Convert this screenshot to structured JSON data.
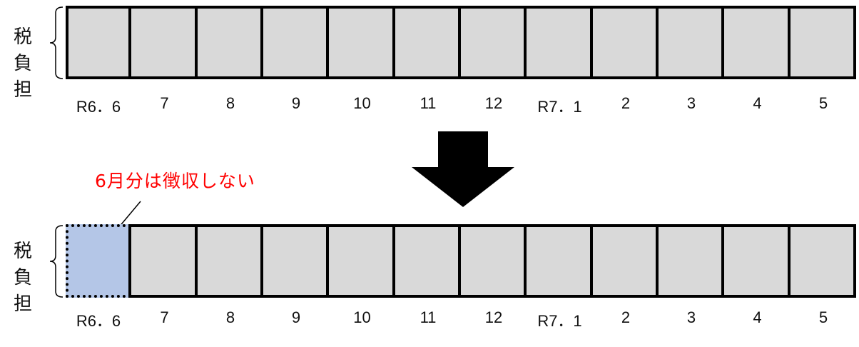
{
  "top": {
    "side_label": [
      "税",
      "負",
      "担"
    ],
    "months": [
      "R6．6",
      "7",
      "8",
      "9",
      "10",
      "11",
      "12",
      "R7．1",
      "2",
      "3",
      "4",
      "5"
    ]
  },
  "bottom": {
    "side_label": [
      "税",
      "負",
      "担"
    ],
    "months": [
      "R6．6",
      "7",
      "8",
      "9",
      "10",
      "11",
      "12",
      "R7．1",
      "2",
      "3",
      "4",
      "5"
    ],
    "callout": "6月分は徴収しない",
    "callout_color": "#ff0000",
    "exempt_cell_color": "#b4c6e7"
  },
  "cell_color": "#d9d9d9"
}
